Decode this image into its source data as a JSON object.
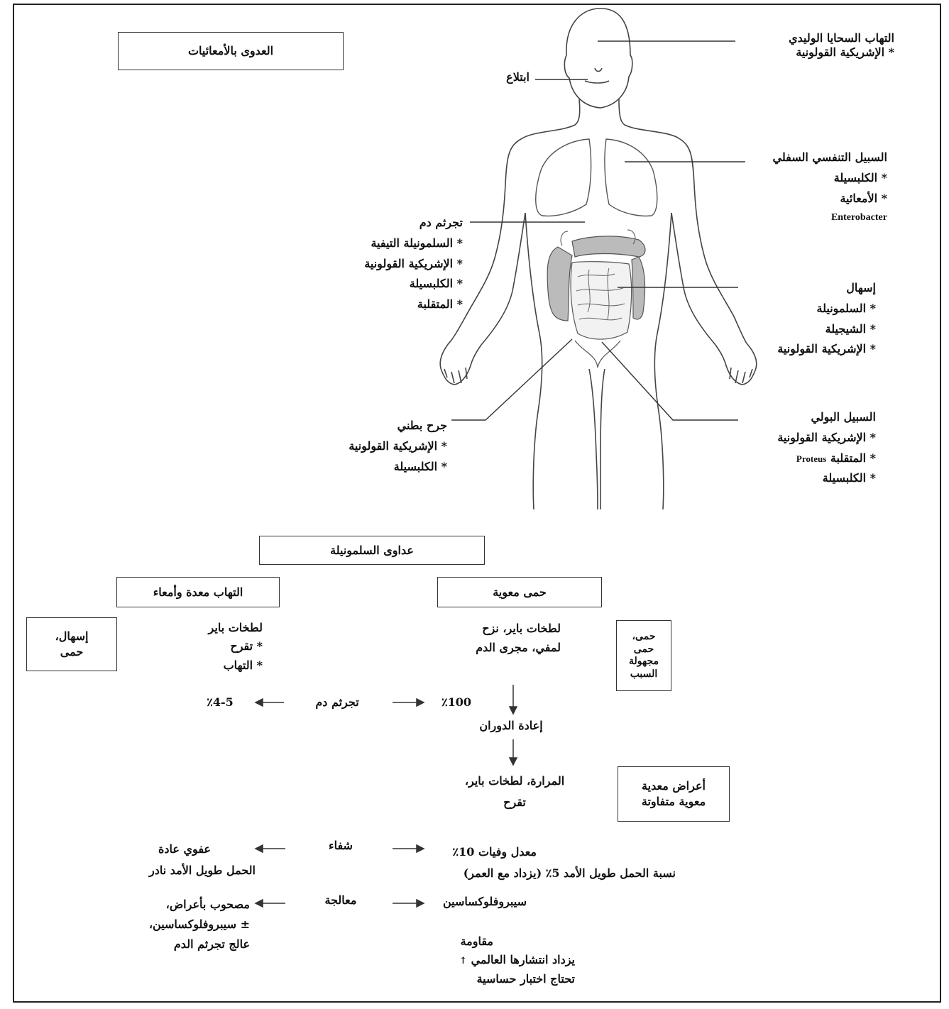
{
  "title_box": "العدوى بالأمعائيات",
  "organs": {
    "meningitis": {
      "title": "التهاب السحايا الوليدي",
      "items": [
        "* الإشريكية القولونية"
      ]
    },
    "ingestion": {
      "title": "ابتلاع"
    },
    "respiratory": {
      "title": "السبيل التنفسي السفلي",
      "items": [
        "* الكلبسيلة",
        "* الأمعائية"
      ],
      "latin": "Enterobacter"
    },
    "bacteremia": {
      "title": "تجرثم دم",
      "items": [
        "* السلمونيلة التيفية",
        "* الإشريكية القولونية",
        "* الكلبسيلة",
        "* المتقلبة"
      ]
    },
    "diarrhea": {
      "title": "إسهال",
      "items": [
        "* السلمونيلة",
        "* الشيجيلة",
        "* الإشريكية القولونية"
      ]
    },
    "abdominal_wound": {
      "title": "جرح بطني",
      "items": [
        "* الإشريكية القولونية",
        "* الكلبسيلة"
      ]
    },
    "urinary": {
      "title": "السبيل البولي",
      "items": [
        "* الإشريكية القولونية",
        "* المتقلبة",
        "* الكلبسيلة"
      ],
      "latin": "Proteus"
    }
  },
  "salmonella": {
    "main_box": "عداوى السلمونيلة",
    "gastro_box": "التهاب معدة وأمعاء",
    "enteric_box": "حمى معوية",
    "left_side_box": [
      "إسهال،",
      "حمى"
    ],
    "right_side_box": [
      "حمى،",
      "حمى",
      "مجهولة",
      "السبب"
    ],
    "gastro_sites": [
      "لطخات باير",
      "* تقرح",
      "* التهاب"
    ],
    "enteric_sites": [
      "لطخات باير، نزح",
      "لمفي، مجرى الدم"
    ],
    "bacteremia_label": "تجرثم دم",
    "bacteremia_left": "٪4-5",
    "bacteremia_right": "٪100",
    "recirculation": "إعادة الدوران",
    "gallbladder": [
      "المرارة، لطخات باير،",
      "تقرح"
    ],
    "variable_box": [
      "أعراض معدية",
      "معوية متفاوتة"
    ],
    "cure_label": "شفاء",
    "cure_left": [
      "عفوي عادة",
      "الحمل طويل الأمد نادر"
    ],
    "cure_right": [
      "معدل وفيات 10٪",
      "نسبة الحمل طويل الأمد 5٪ (يزداد مع العمر)"
    ],
    "treatment_label": "معالجة",
    "treatment_left": [
      "مصحوب بأعراض،",
      "± سيبروفلوكساسين،",
      "عالج تجرثم الدم"
    ],
    "treatment_right": "سيبروفلوكساسين",
    "resistance": [
      "مقاومة",
      "يزداد انتشارها العالمي",
      "تحتاج اختبار حساسية"
    ]
  }
}
